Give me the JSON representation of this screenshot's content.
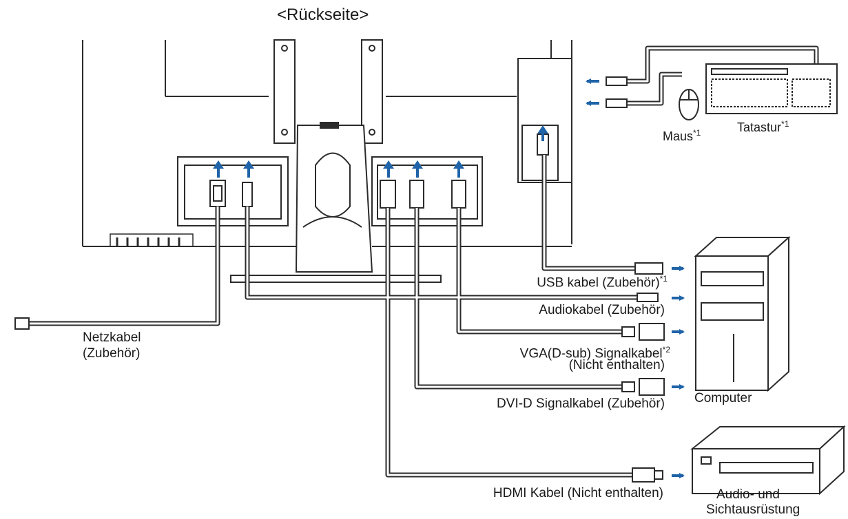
{
  "title": "<Rückseite>",
  "labels": {
    "maus": "Maus",
    "maus_note": "*1",
    "tatastur": "Tatastur",
    "tatastur_note": "*1",
    "usb": "USB kabel (Zubehör)",
    "usb_note": "*1",
    "audio": "Audiokabel (Zubehör)",
    "vga_line1": "VGA(D-sub) Signalkabel",
    "vga_note": "*2",
    "vga_line2": "(Nicht enthalten)",
    "dvi": "DVI-D Signalkabel (Zubehör)",
    "hdmi": "HDMI Kabel (Nicht enthalten)",
    "computer": "Computer",
    "netz_line1": "Netzkabel",
    "netz_line2": "(Zubehör)",
    "av_line1": "Audio- und",
    "av_line2": "Sichtausrüstung"
  },
  "colors": {
    "line": "#2b2b2b",
    "arrow": "#1f63a8",
    "cable": "#ffffff"
  }
}
